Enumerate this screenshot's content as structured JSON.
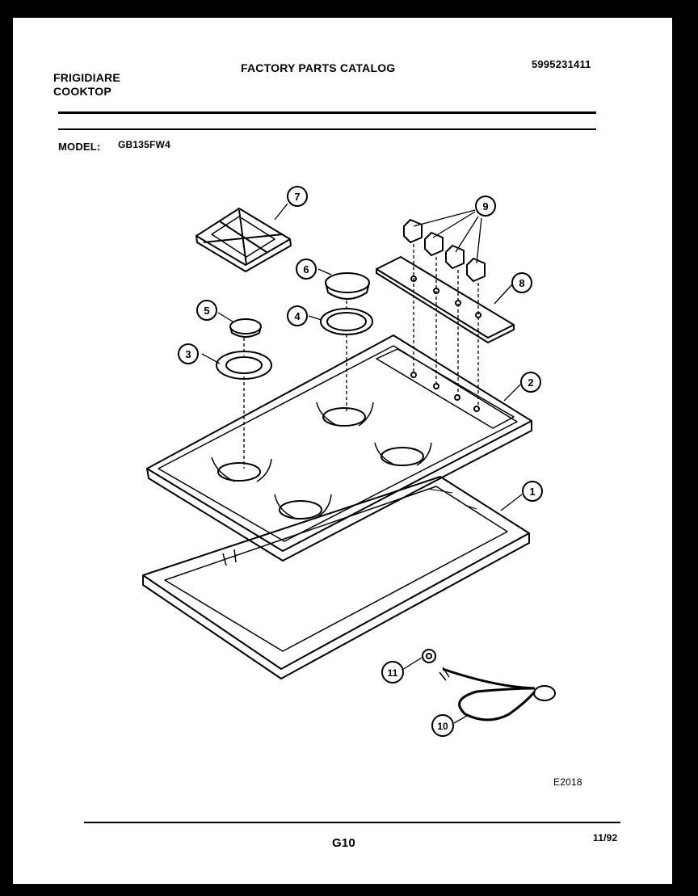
{
  "header": {
    "brand_line1": "FRIGIDIARE",
    "brand_line2": "COOKTOP",
    "catalog_title": "FACTORY PARTS CATALOG",
    "part_number": "5995231411"
  },
  "model": {
    "label": "MODEL:",
    "value": "GB135FW4"
  },
  "diagram": {
    "callouts": [
      "1",
      "2",
      "3",
      "4",
      "5",
      "6",
      "7",
      "8",
      "9",
      "10",
      "11"
    ],
    "code": "E2018"
  },
  "footer": {
    "page_code": "G10",
    "date": "11/92"
  }
}
